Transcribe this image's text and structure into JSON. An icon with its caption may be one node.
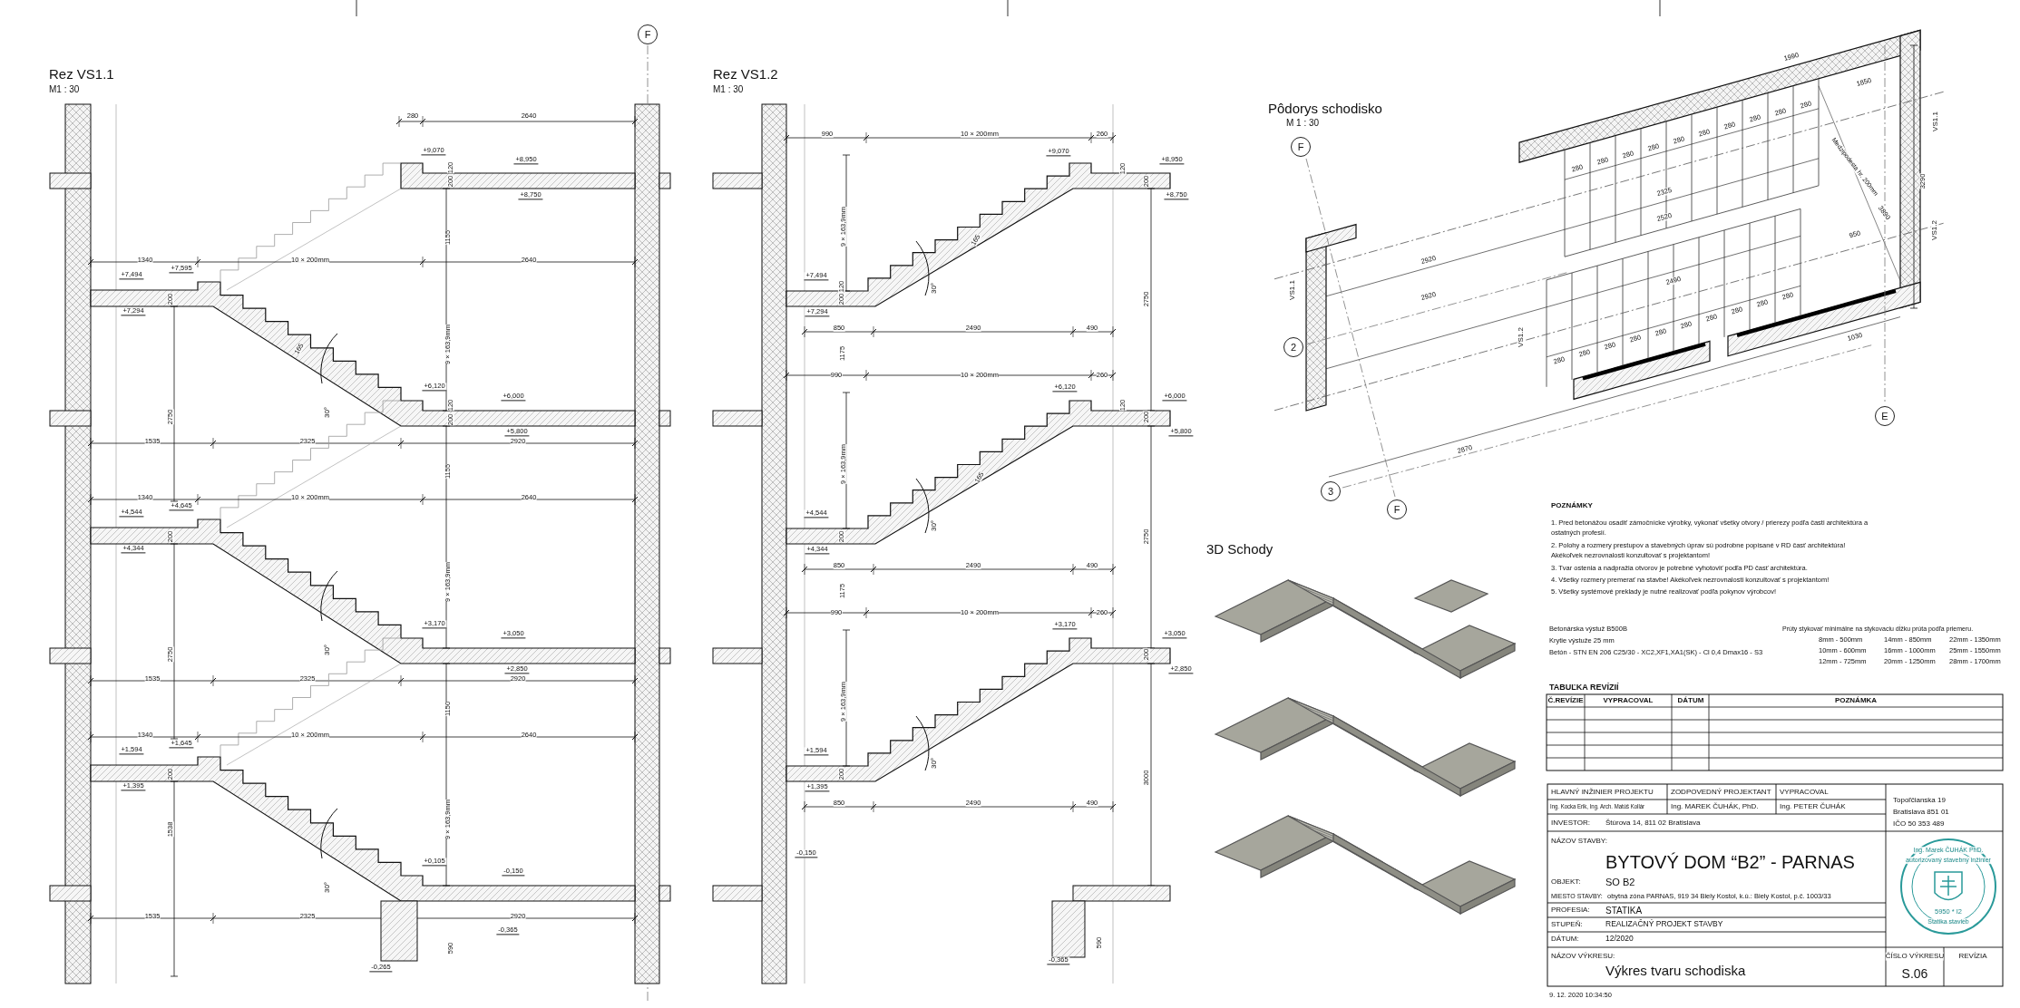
{
  "diagram": {
    "labels": [
      "F",
      "Rez VS1.1",
      "M1 : 30",
      "280",
      "2640",
      "+9,070",
      "+8,950",
      "120",
      "200",
      "+8,750",
      "1155",
      "1340",
      "10 × 200mm",
      "2640",
      "+7,494",
      "+7,595",
      "200",
      "+7,294",
      "9 × 163,9mm",
      "165",
      "30°",
      "+6,120",
      "+6,000",
      "120",
      "200",
      "+5,800",
      "2750",
      "1535",
      "2325",
      "2920",
      "1155",
      "1340",
      "10 × 200mm",
      "2640",
      "+4,544",
      "+4,645",
      "200",
      "+4,344",
      "9 × 163,9mm",
      "30°",
      "+3,170",
      "+3,050",
      "+2,850",
      "2750",
      "1535",
      "2325",
      "2920",
      "1150",
      "1340",
      "10 × 200mm",
      "2640",
      "+1,594",
      "+1,645",
      "200",
      "+1,395",
      "9 × 163,9mm",
      "30°",
      "+0,105",
      "-0,150",
      "1538",
      "1535",
      "2325",
      "2920",
      "-0,365",
      "-0,265",
      "590",
      "Rez VS1.2",
      "M1 : 30",
      "990",
      "10 × 200mm",
      "260",
      "+9,070",
      "120",
      "+8,950",
      "200",
      "+8,750",
      "9 × 163,9mm",
      "165",
      "30°",
      "+7,494",
      "120",
      "200",
      "+7,294",
      "2750",
      "850",
      "2490",
      "490",
      "1175",
      "990",
      "10 × 200mm",
      "260",
      "+6,120",
      "120",
      "+6,000",
      "200",
      "+5,800",
      "9 × 163,9mm",
      "165",
      "30°",
      "+4,544",
      "200",
      "+4,344",
      "2750",
      "850",
      "2490",
      "490",
      "1175",
      "990",
      "10 × 200mm",
      "260",
      "+3,170",
      "+3,050",
      "200",
      "+2,850",
      "9 × 163,9mm",
      "30°",
      "+1,594",
      "200",
      "+1,395",
      "3000",
      "850",
      "2490",
      "490",
      "-0,150",
      "-0,365",
      "590",
      "Pôdorys schodisko",
      "M 1 : 30",
      "F",
      "1990",
      "280",
      "280",
      "280",
      "280",
      "280",
      "280",
      "280",
      "280",
      "280",
      "280",
      "1850",
      "2325",
      "2520",
      "2920",
      "2920",
      "Medzipodesta hr. 200mm",
      "3890",
      "3290",
      "VS1.1",
      "VS1.2",
      "VS1.1",
      "2",
      "280",
      "280",
      "280",
      "280",
      "280",
      "280",
      "280",
      "280",
      "280",
      "280",
      "950",
      "2490",
      "VS1.2",
      "1030",
      "2870",
      "E",
      "3",
      "F",
      "3D Schody",
      "POZNÁMKY",
      "1. Pred betonážou osadiť zámočnícke výrobky, vykonať všetky otvory / prierezy podľa časti architektúra a ostatných profesií.",
      "2. Polohy a rozmery prestupov a stavebných úprav sú podrobne popísané v RD časť architektúra! Akékoľvek nezrovnalosti konzultovať s projektantom!",
      "3. Tvar ostenia a nadpražia otvorov je potrebné vyhotoviť podľa PD časť architektúra.",
      "4. Všetky rozmery premerať na stavbe! Akékoľvek nezrovnalosti konzultovať s projektantom!",
      "5. Všetky systémové preklady je nutné realizovať podľa pokynov výrobcov!",
      "Betonárska výstuž B500B",
      "Krytie výstuže 25 mm",
      "Betón - STN EN 206 C25/30 - XC2,XF1,XA1(SK) - Cl 0,4 Dmax16 - S3",
      "Prúty stykovať minimálne na stykovaciu dĺžku prúta podľa priemeru.",
      "8mm - 500mm",
      "14mm - 850mm",
      "22mm - 1350mm",
      "10mm - 600mm",
      "16mm - 1000mm",
      "25mm - 1550mm",
      "12mm - 725mm",
      "20mm - 1250mm",
      "28mm - 1700mm",
      "TABUĽKA REVÍZIÍ",
      "Č.REVÍZIE",
      "VYPRACOVAL",
      "DÁTUM",
      "POZNÁMKA",
      "HLAVNÝ INŽINIER PROJEKTU",
      "ZODPOVEDNÝ PROJEKTANT",
      "VYPRACOVAL",
      "Ing. Kocka Erik, Ing. Arch. Matúš Kollár",
      "Ing. MAREK ČUHÁK, PhD.",
      "Ing. PETER ČUHÁK",
      "INVESTOR:",
      "Štúrova 14, 811 02 Bratislava",
      "Topoľčianska 19",
      "Bratislava 851 01",
      "IČO 50 353 489",
      "NÁZOV STAVBY:",
      "BYTOVÝ DOM “B2” - PARNAS",
      "OBJEKT:",
      "SO B2",
      "MIESTO STAVBY:",
      "obytná zóna PARNAS, 919 34 Biely Kostol, k.ú.: Biely Kostol, p.č. 1003/33",
      "PROFESIA:",
      "STATIKA",
      "STUPEŇ:",
      "REALIZAČNÝ PROJEKT STAVBY",
      "DÁTUM:",
      "12/2020",
      "Ing. Marek ČUHÁK PhD.",
      "autorizovaný stavebný inžinier",
      "5950 * I2",
      "Statika stavieb",
      "NÁZOV VÝKRESU:",
      "Výkres tvaru schodiska",
      "ČÍSLO VÝKRESU",
      "S.06",
      "REVÍZIA",
      "9. 12. 2020 10:34:50"
    ]
  }
}
